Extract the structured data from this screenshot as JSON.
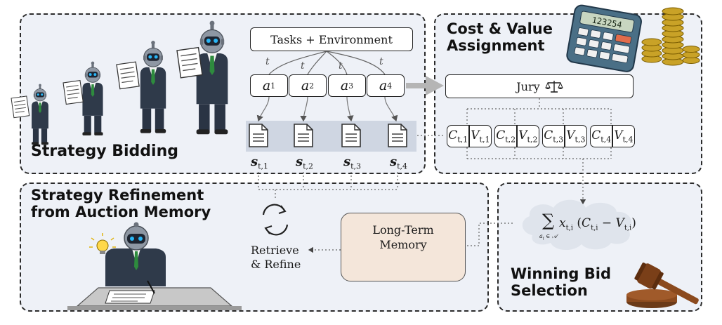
{
  "panels": {
    "bidding": {
      "title": "Strategy Bidding"
    },
    "cost": {
      "title_line1": "Cost & Value",
      "title_line2": "Assignment"
    },
    "refine": {
      "title_line1": "Strategy Refinement",
      "title_line2": "from Auction Memory"
    },
    "winning": {
      "title_line1": "Winning Bid",
      "title_line2": "Selection"
    }
  },
  "tasks_env_label": "Tasks + Environment",
  "t_label": "t",
  "actions": [
    {
      "sym": "a",
      "sub": "1"
    },
    {
      "sym": "a",
      "sub": "2"
    },
    {
      "sym": "a",
      "sub": "3"
    },
    {
      "sym": "a",
      "sub": "4"
    }
  ],
  "strategies": [
    {
      "sym": "s",
      "sub": "t,1"
    },
    {
      "sym": "s",
      "sub": "t,2"
    },
    {
      "sym": "s",
      "sub": "t,3"
    },
    {
      "sym": "s",
      "sub": "t,4"
    }
  ],
  "jury_label": "Jury",
  "cost_value_pairs": [
    {
      "c": "C",
      "c_sub": "t,1",
      "v": "V",
      "v_sub": "t,1"
    },
    {
      "c": "C",
      "c_sub": "t,2",
      "v": "V",
      "v_sub": "t,2"
    },
    {
      "c": "C",
      "c_sub": "t,3",
      "v": "V",
      "v_sub": "t,3"
    },
    {
      "c": "C",
      "c_sub": "t,4",
      "v": "V",
      "v_sub": "t,4"
    }
  ],
  "memory": {
    "line1": "Long-Term",
    "line2": "Memory"
  },
  "retrieve": {
    "line1": "Retrieve",
    "line2": "& Refine"
  },
  "formula": {
    "sigma": "∑",
    "under": "a",
    "under_sub": "i",
    "under_rest": " ∈ 𝒜",
    "x": "x",
    "x_sub": "t,i",
    "open": "(",
    "c": "C",
    "c_sub": "t,i",
    "minus": "−",
    "v": "V",
    "v_sub": "t,i",
    "close": ")"
  },
  "calculator_display": "123254",
  "colors": {
    "panel_bg": "#eef1f7",
    "memory_bg": "#f4e6da",
    "strip_bg": "#cfd6e2",
    "cloud_bg": "#dfe4ec",
    "robot_suit": "#2f3a4a",
    "robot_head": "#8e97a3",
    "robot_eye": "#29b6f6",
    "tie": "#2e8b3e",
    "calculator": "#4a6f86",
    "coin": "#c9a227",
    "gavel": "#8b4a1e"
  }
}
